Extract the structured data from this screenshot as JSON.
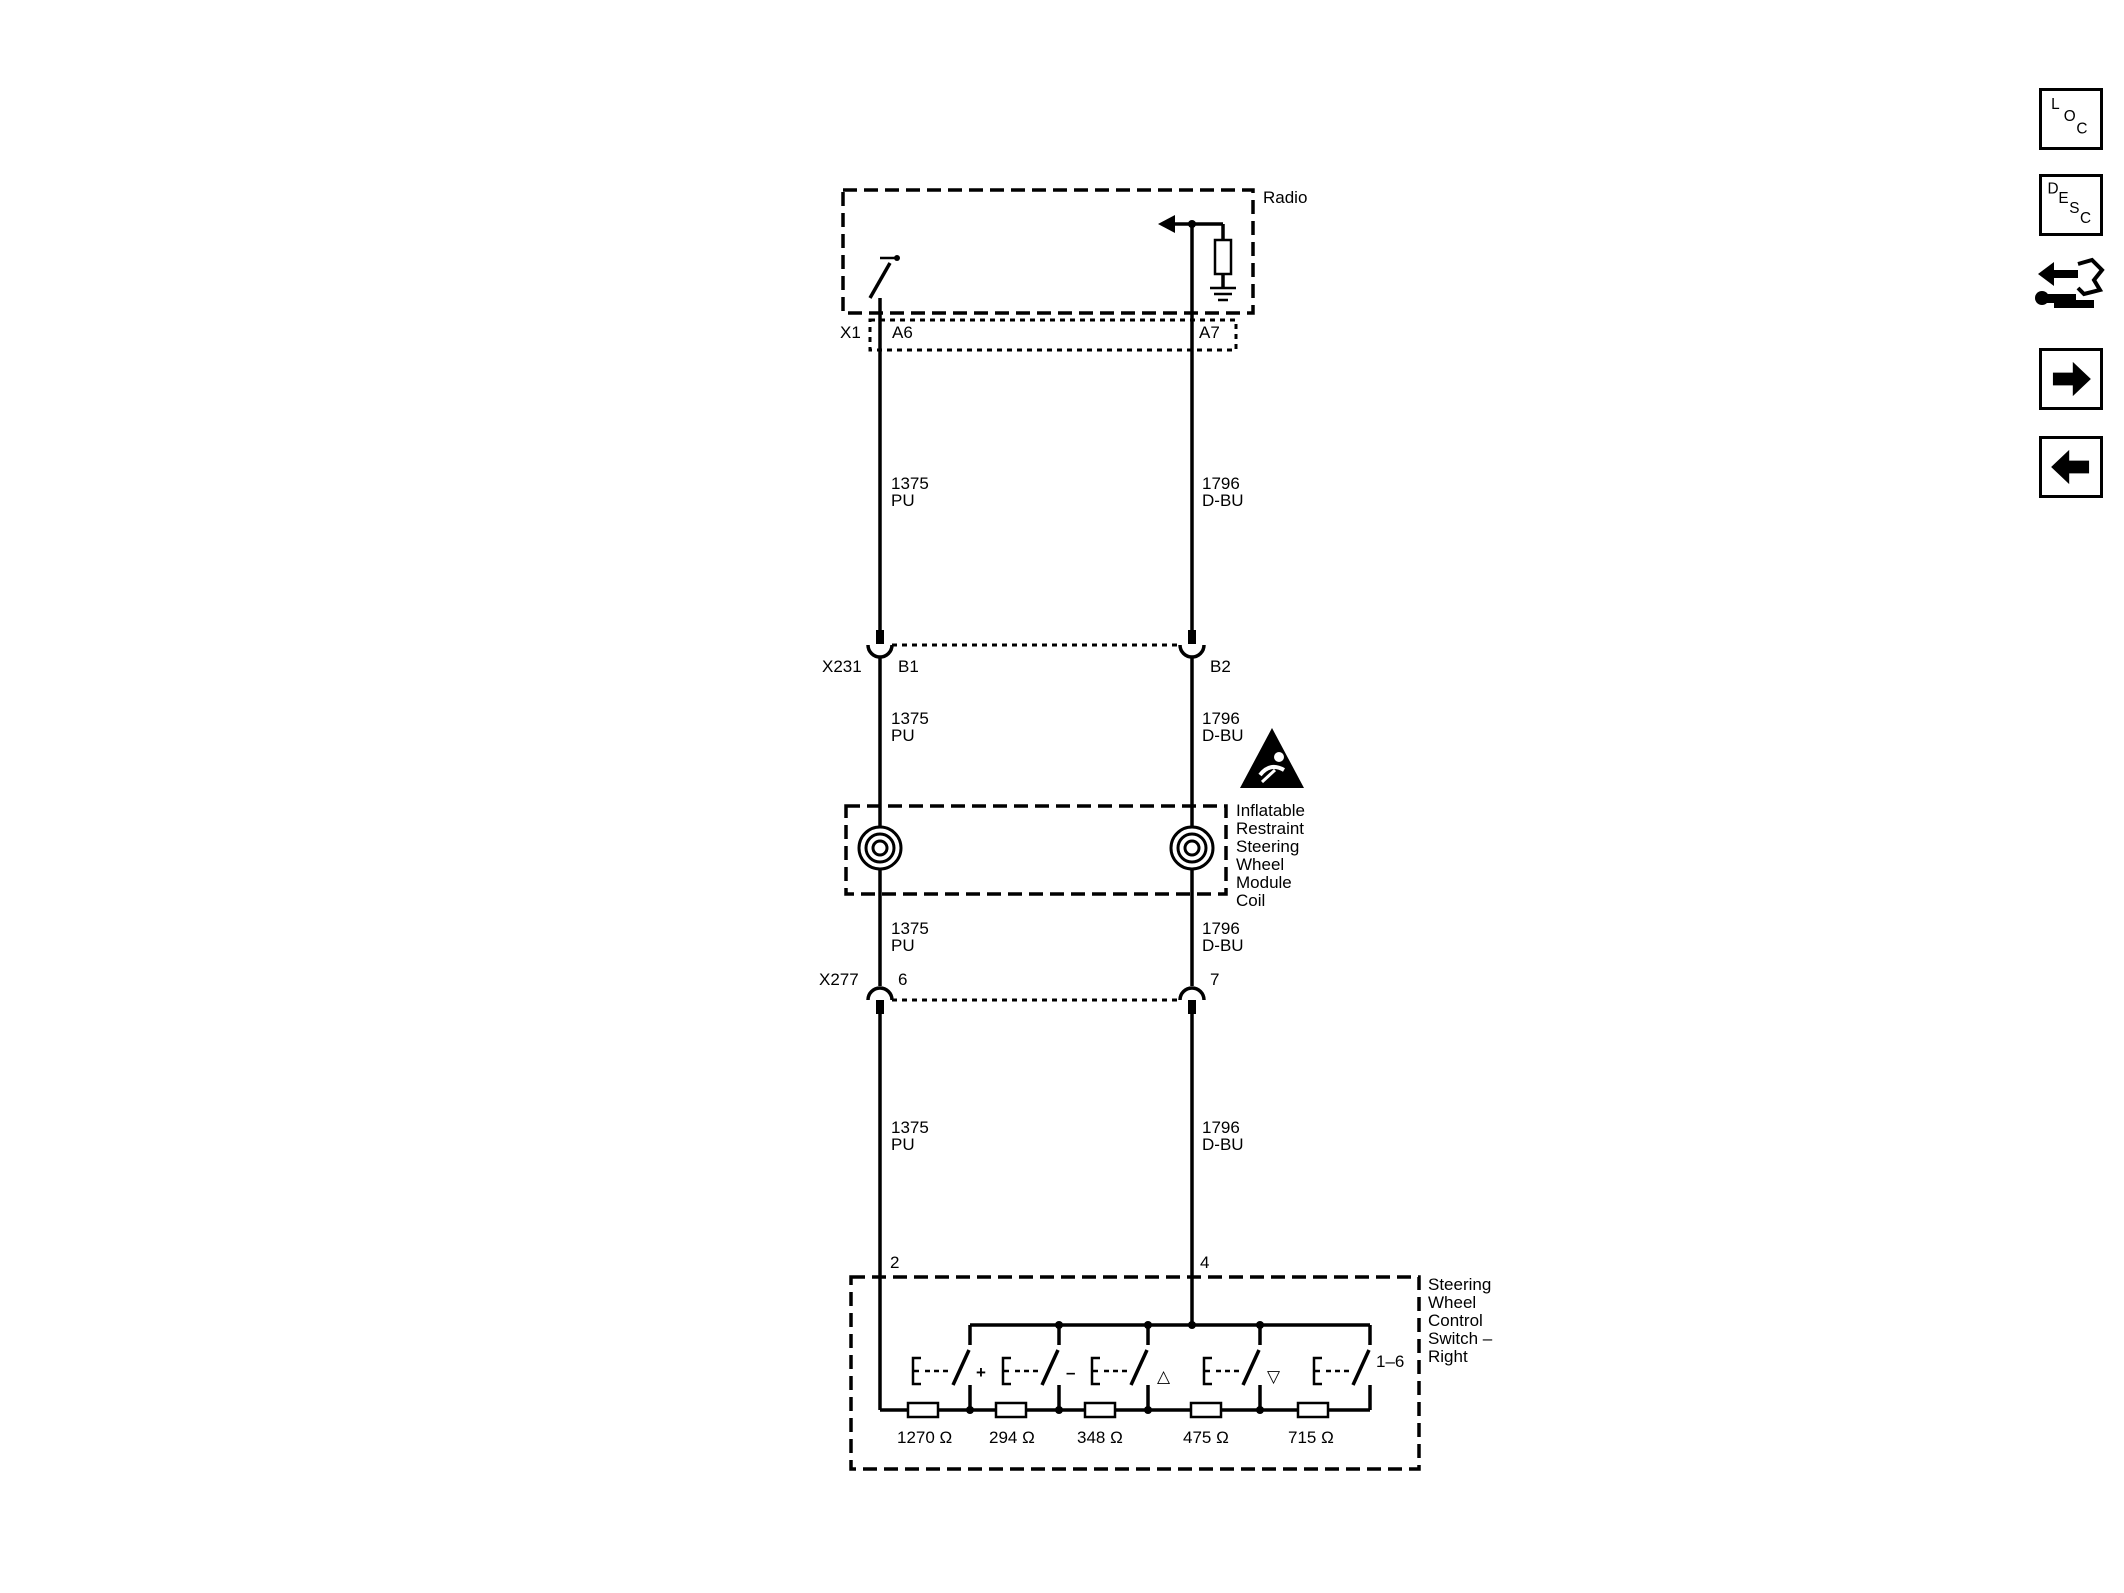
{
  "components": {
    "radio": "Radio",
    "coil": [
      "Inflatable",
      "Restraint",
      "Steering",
      "Wheel",
      "Module",
      "Coil"
    ],
    "switch": [
      "Steering",
      "Wheel",
      "Control",
      "Switch –",
      "Right"
    ]
  },
  "connectors": {
    "x1": {
      "name": "X1",
      "pin_left": "A6",
      "pin_right": "A7"
    },
    "x231": {
      "name": "X231",
      "pin_left": "B1",
      "pin_right": "B2"
    },
    "x277": {
      "name": "X277",
      "pin_left": "6",
      "pin_right": "7"
    },
    "switch_pins": {
      "left": "2",
      "right": "4",
      "multi": "1–6"
    }
  },
  "wires": {
    "left": {
      "circuit": "1375",
      "color": "PU"
    },
    "right": {
      "circuit": "1796",
      "color": "D-BU"
    }
  },
  "resistors": [
    "1270 Ω",
    "294 Ω",
    "348 Ω",
    "475 Ω",
    "715 Ω"
  ],
  "switch_symbols": [
    "",
    "+",
    "–",
    "△",
    "▽"
  ],
  "nav": {
    "loc": {
      "l1": "L",
      "l2": "O",
      "l3": "C"
    },
    "desc": {
      "l1": "D",
      "l2": "E",
      "l3": "S",
      "l4": "C"
    },
    "buttons": [
      "LOC",
      "DESC",
      "connector-view",
      "next-page",
      "previous-page"
    ]
  }
}
